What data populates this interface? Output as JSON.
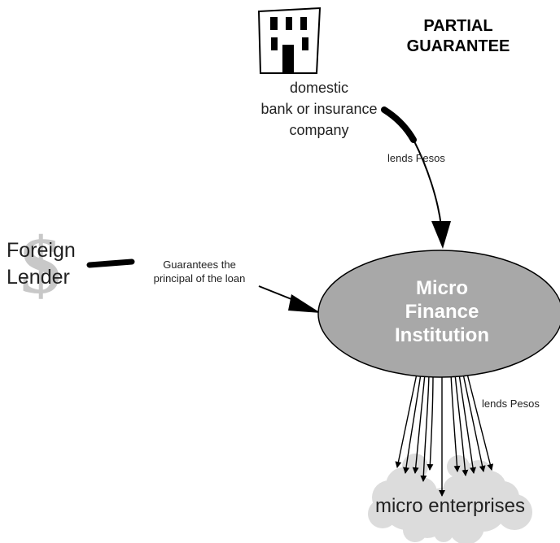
{
  "diagram": {
    "title_lines": [
      "PARTIAL",
      "GUARANTEE"
    ],
    "bank_label_lines": [
      "domestic",
      "bank or insurance",
      "company"
    ],
    "foreign_lender_lines": [
      "Foreign",
      "Lender"
    ],
    "foreign_lender_icon": "dollar-sign-icon",
    "bank_icon": "building-icon",
    "mfi_lines": [
      "Micro",
      "Finance",
      "Institution"
    ],
    "enterprises_label": "micro enterprises",
    "edges": {
      "bank_to_mfi": "lends Pesos",
      "guarantee_lines": [
        "Guarantees the",
        "principal of the loan"
      ],
      "mfi_to_enterprises": "lends Pesos"
    },
    "colors": {
      "mfi_fill": "#a8a8a8",
      "enterprise_fill": "#dcdcdc",
      "dollar_fill": "#c8c8c8"
    }
  }
}
